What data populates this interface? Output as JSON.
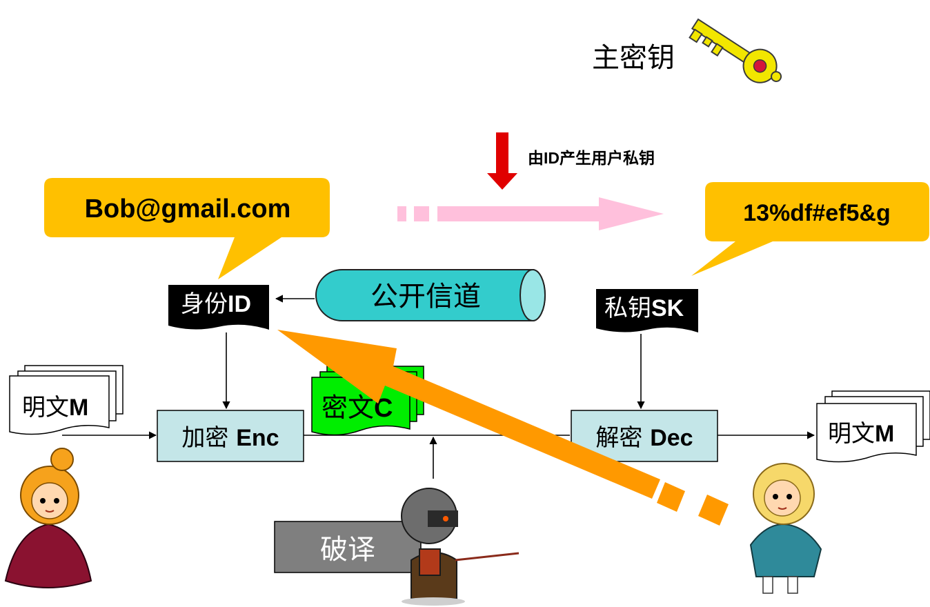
{
  "master_key": {
    "label": "主密钥"
  },
  "keygen": {
    "label": "由ID产生用户私钥"
  },
  "bubbles": {
    "identity": {
      "text": "Bob@gmail.com"
    },
    "private_key": {
      "text": "13%df#ef5&g"
    }
  },
  "public_channel": {
    "label": "公开信道"
  },
  "identity_doc": {
    "prefix": "身份",
    "suffix": "ID"
  },
  "secret_key_doc": {
    "prefix": "私钥",
    "suffix": "SK"
  },
  "plaintext_in": {
    "prefix": "明文",
    "suffix": "M"
  },
  "plaintext_out": {
    "prefix": "明文",
    "suffix": "M"
  },
  "ciphertext": {
    "prefix": "密文",
    "suffix": "C"
  },
  "encrypt": {
    "prefix": "加密 ",
    "suffix": "Enc"
  },
  "decrypt": {
    "prefix": "解密 ",
    "suffix": "Dec"
  },
  "attack": {
    "label": "破译"
  },
  "colors": {
    "bubble": "#ffc000",
    "channel": "#33cccc",
    "process_box": "#c4e6e8",
    "cipher": "#00ee00",
    "pink_arrow": "#ffc0dc",
    "orange_arrow": "#ff9900",
    "red_arrow": "#e00000",
    "attack_box": "#7f7f7f"
  }
}
